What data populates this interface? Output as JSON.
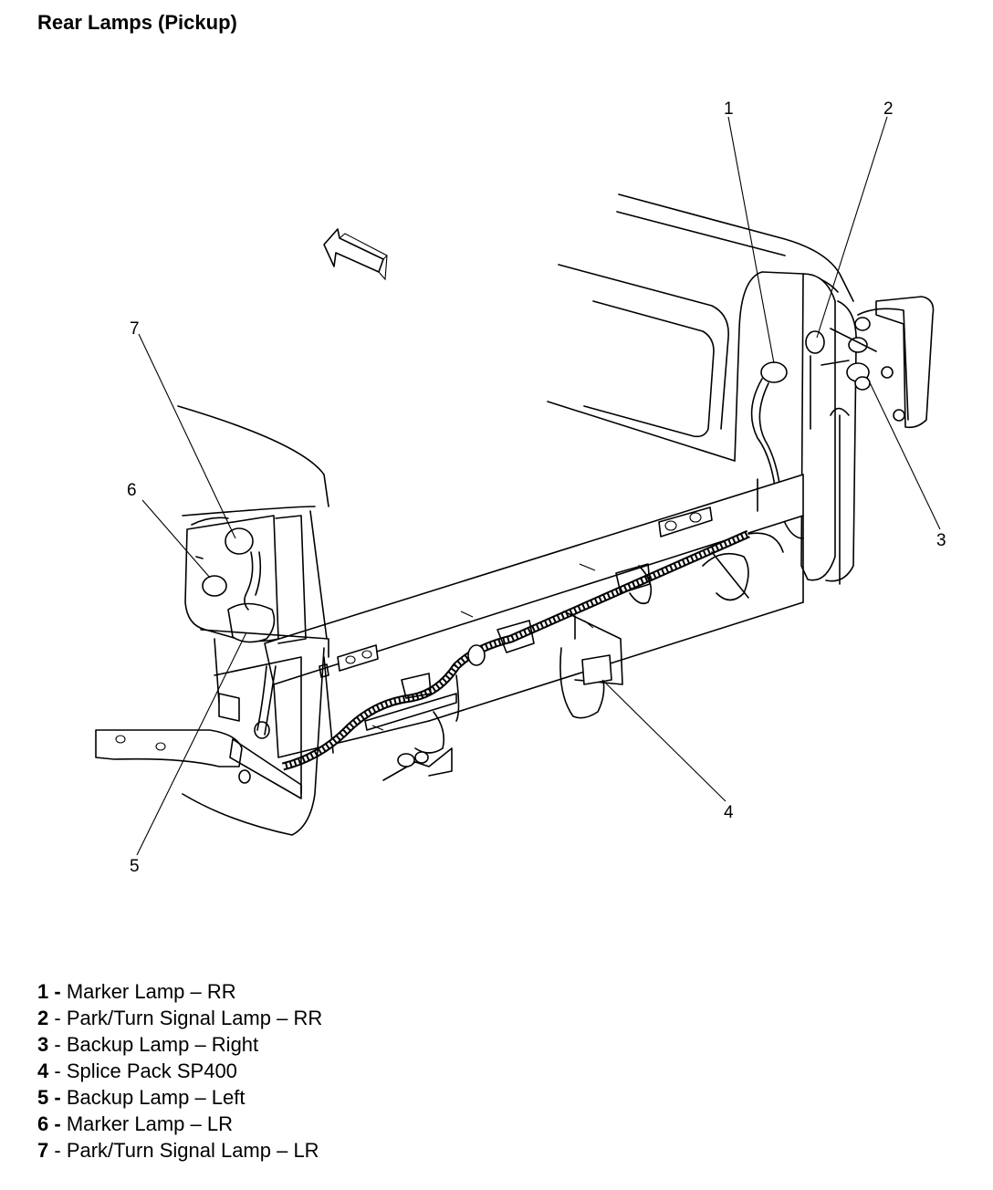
{
  "title": "Rear Lamps (Pickup)",
  "callouts": [
    {
      "id": "1",
      "label": "1"
    },
    {
      "id": "2",
      "label": "2"
    },
    {
      "id": "3",
      "label": "3"
    },
    {
      "id": "4",
      "label": "4"
    },
    {
      "id": "5",
      "label": "5"
    },
    {
      "id": "6",
      "label": "6"
    },
    {
      "id": "7",
      "label": "7"
    }
  ],
  "legend": [
    {
      "num": "1",
      "sep": " - ",
      "text": "Marker Lamp – RR"
    },
    {
      "num": "2",
      "sep": " - ",
      "text": "Park/Turn Signal Lamp – RR"
    },
    {
      "num": "3",
      "sep": " - ",
      "text": "Backup Lamp – Right"
    },
    {
      "num": "4",
      "sep": " - ",
      "text": "Splice Pack SP400"
    },
    {
      "num": "5",
      "sep": " - ",
      "text": "Backup Lamp – Left"
    },
    {
      "num": "6",
      "sep": " - ",
      "text": "Marker Lamp – LR"
    },
    {
      "num": "7",
      "sep": " - ",
      "text": "Park/Turn Signal Lamp – LR"
    }
  ]
}
